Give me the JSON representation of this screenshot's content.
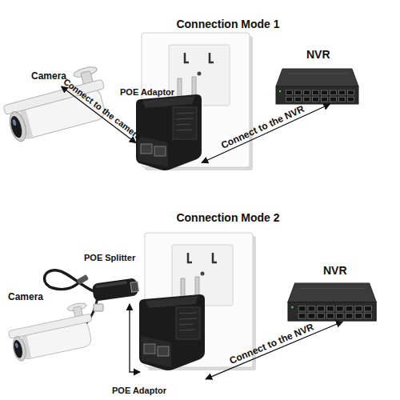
{
  "diagram": {
    "nodes": [
      {
        "text": [
          "Camera"
        ]
      },
      {
        "text": [
          "POE Adaptor"
        ]
      },
      {
        "text": [
          "NVR"
        ]
      },
      {
        "text": [
          "POE Splitter"
        ]
      },
      {
        "text": [
          "NVR"
        ]
      },
      {
        "text": [
          "Camera"
        ]
      },
      {
        "text": [
          "POE Adaptor"
        ]
      }
    ],
    "edges": [
      {
        "from": 0,
        "to": 1,
        "label": "Connect to the camera",
        "arrow": "both"
      },
      {
        "from": 1,
        "to": 2,
        "label": "Connect to the NVR",
        "arrow": "both"
      },
      {
        "from": 3,
        "to": 6,
        "arrow": "both"
      },
      {
        "from": 6,
        "to": 4,
        "label": "Connect to the NVR",
        "arrow": "both"
      }
    ],
    "labels": [
      "Connection Mode 1",
      "Connection Mode 2"
    ]
  }
}
